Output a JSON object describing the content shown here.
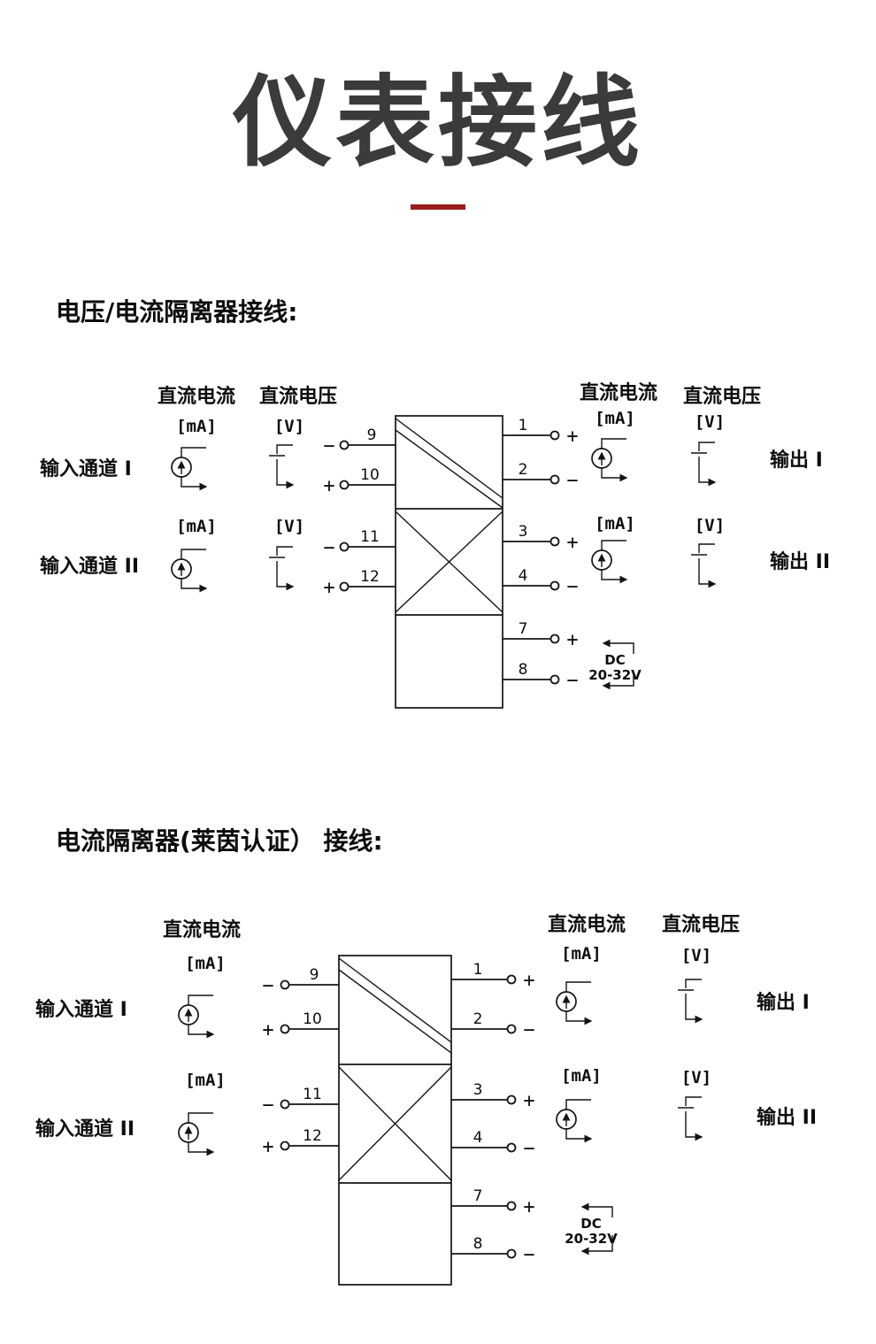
{
  "title": "仪表接线",
  "accent_color": "#9b1c1c",
  "sections": [
    {
      "heading": "电压/电流隔离器接线:",
      "col_labels": {
        "in_current": "直流电流",
        "in_voltage": "直流电压",
        "out_current": "直流电流",
        "out_voltage": "直流电压"
      },
      "units": {
        "ma": "[mA]",
        "v": "[V]"
      },
      "channels": {
        "in1": "输入通道 I",
        "in2": "输入通道 II",
        "out1": "输出 I",
        "out2": "输出 II"
      },
      "terminals": {
        "left": [
          "9",
          "10",
          "11",
          "12"
        ],
        "right": [
          "1",
          "2",
          "3",
          "4",
          "7",
          "8"
        ]
      },
      "signs": {
        "left": [
          "−",
          "+",
          "−",
          "+"
        ],
        "right": [
          "+",
          "−",
          "+",
          "−",
          "+",
          "−"
        ]
      },
      "power": {
        "label": "DC",
        "range": "20-32V"
      }
    },
    {
      "heading": "电流隔离器(莱茵认证） 接线:",
      "col_labels": {
        "in_current": "直流电流",
        "out_current": "直流电流",
        "out_voltage": "直流电压"
      },
      "units": {
        "ma": "[mA]",
        "v": "[V]"
      },
      "channels": {
        "in1": "输入通道 I",
        "in2": "输入通道 II",
        "out1": "输出 I",
        "out2": "输出 II"
      },
      "terminals": {
        "left": [
          "9",
          "10",
          "11",
          "12"
        ],
        "right": [
          "1",
          "2",
          "3",
          "4",
          "7",
          "8"
        ]
      },
      "signs": {
        "left": [
          "−",
          "+",
          "−",
          "+"
        ],
        "right": [
          "+",
          "−",
          "+",
          "−",
          "+",
          "−"
        ]
      },
      "power": {
        "label": "DC",
        "range": "20-32V"
      }
    }
  ]
}
